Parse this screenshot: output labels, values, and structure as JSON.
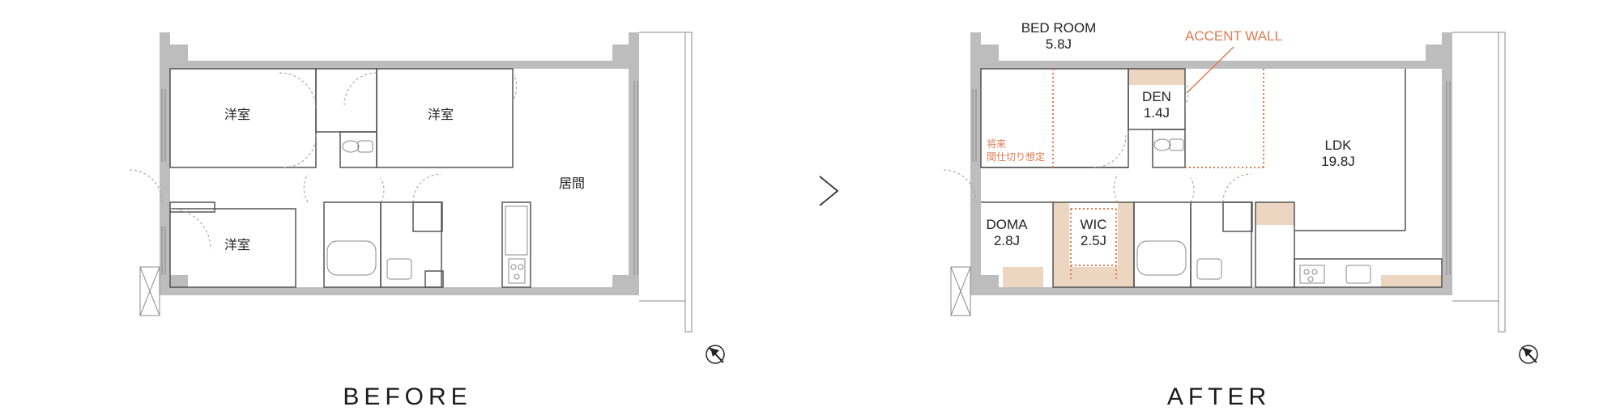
{
  "before": {
    "caption": "BEFORE",
    "rooms": {
      "room1": "洋室",
      "room2": "洋室",
      "room3": "洋室",
      "living": "居間"
    }
  },
  "divider_symbol": ">",
  "after": {
    "caption": "AFTER",
    "rooms": {
      "bedroom_name": "BED ROOM",
      "bedroom_size": "5.8J",
      "den_name": "DEN",
      "den_size": "1.4J",
      "ldk_name": "LDK",
      "ldk_size": "19.8J",
      "doma_name": "DOMA",
      "doma_size": "2.8J",
      "wic_name": "WIC",
      "wic_size": "2.5J"
    },
    "accent_wall": "ACCENT WALL",
    "note_line1": "将来",
    "note_line2": "間仕切り想定"
  },
  "colors": {
    "wall": "#bdbdbd",
    "accent": "#e07a4f",
    "tan": "#ecd6c2"
  },
  "icons": {
    "north_arrow": "compass-north-icon",
    "transition": "chevron-right-icon"
  }
}
